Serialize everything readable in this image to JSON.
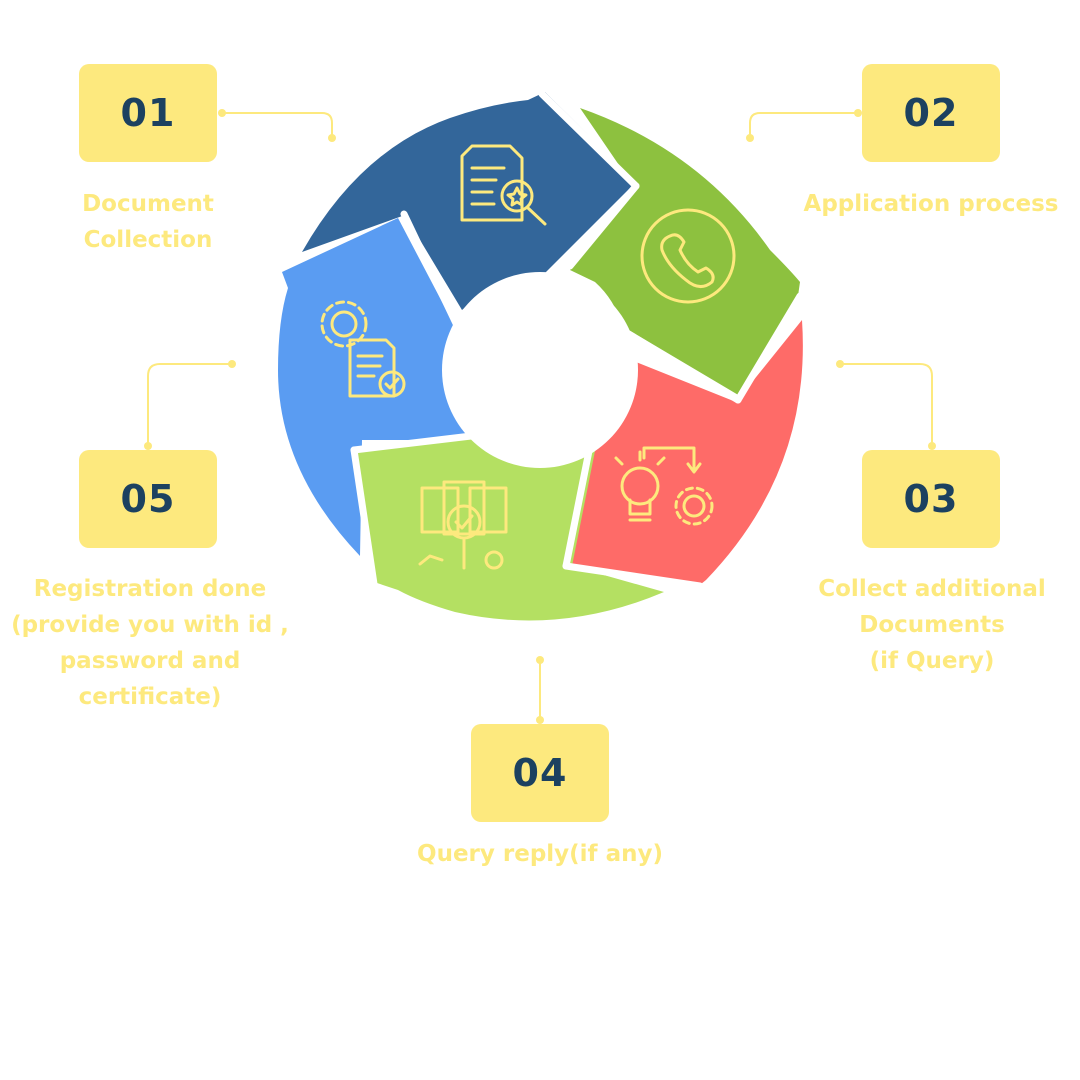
{
  "colors": {
    "step1": "#33669a",
    "step2": "#8dc13f",
    "step3": "#fe6b68",
    "step4": "#b4e062",
    "step5": "#5a9cf2",
    "badge": "#fde97e",
    "badge_text": "#1c4160",
    "label_text": "#fde97e",
    "icon_stroke": "#fde97e"
  },
  "steps": [
    {
      "number": "01",
      "label": "Document\nCollection",
      "icon": "document-search-icon"
    },
    {
      "number": "02",
      "label": "Application process",
      "icon": "phone-icon"
    },
    {
      "number": "03",
      "label": "Collect additional\nDocuments\n(if Query)",
      "icon": "idea-gear-icon"
    },
    {
      "number": "04",
      "label": "Query reply(if any)",
      "icon": "document-review-icon"
    },
    {
      "number": "05",
      "label": "Registration done\n(provide you with id ,\npassword and\ncertificate)",
      "icon": "gear-document-check-icon"
    }
  ]
}
